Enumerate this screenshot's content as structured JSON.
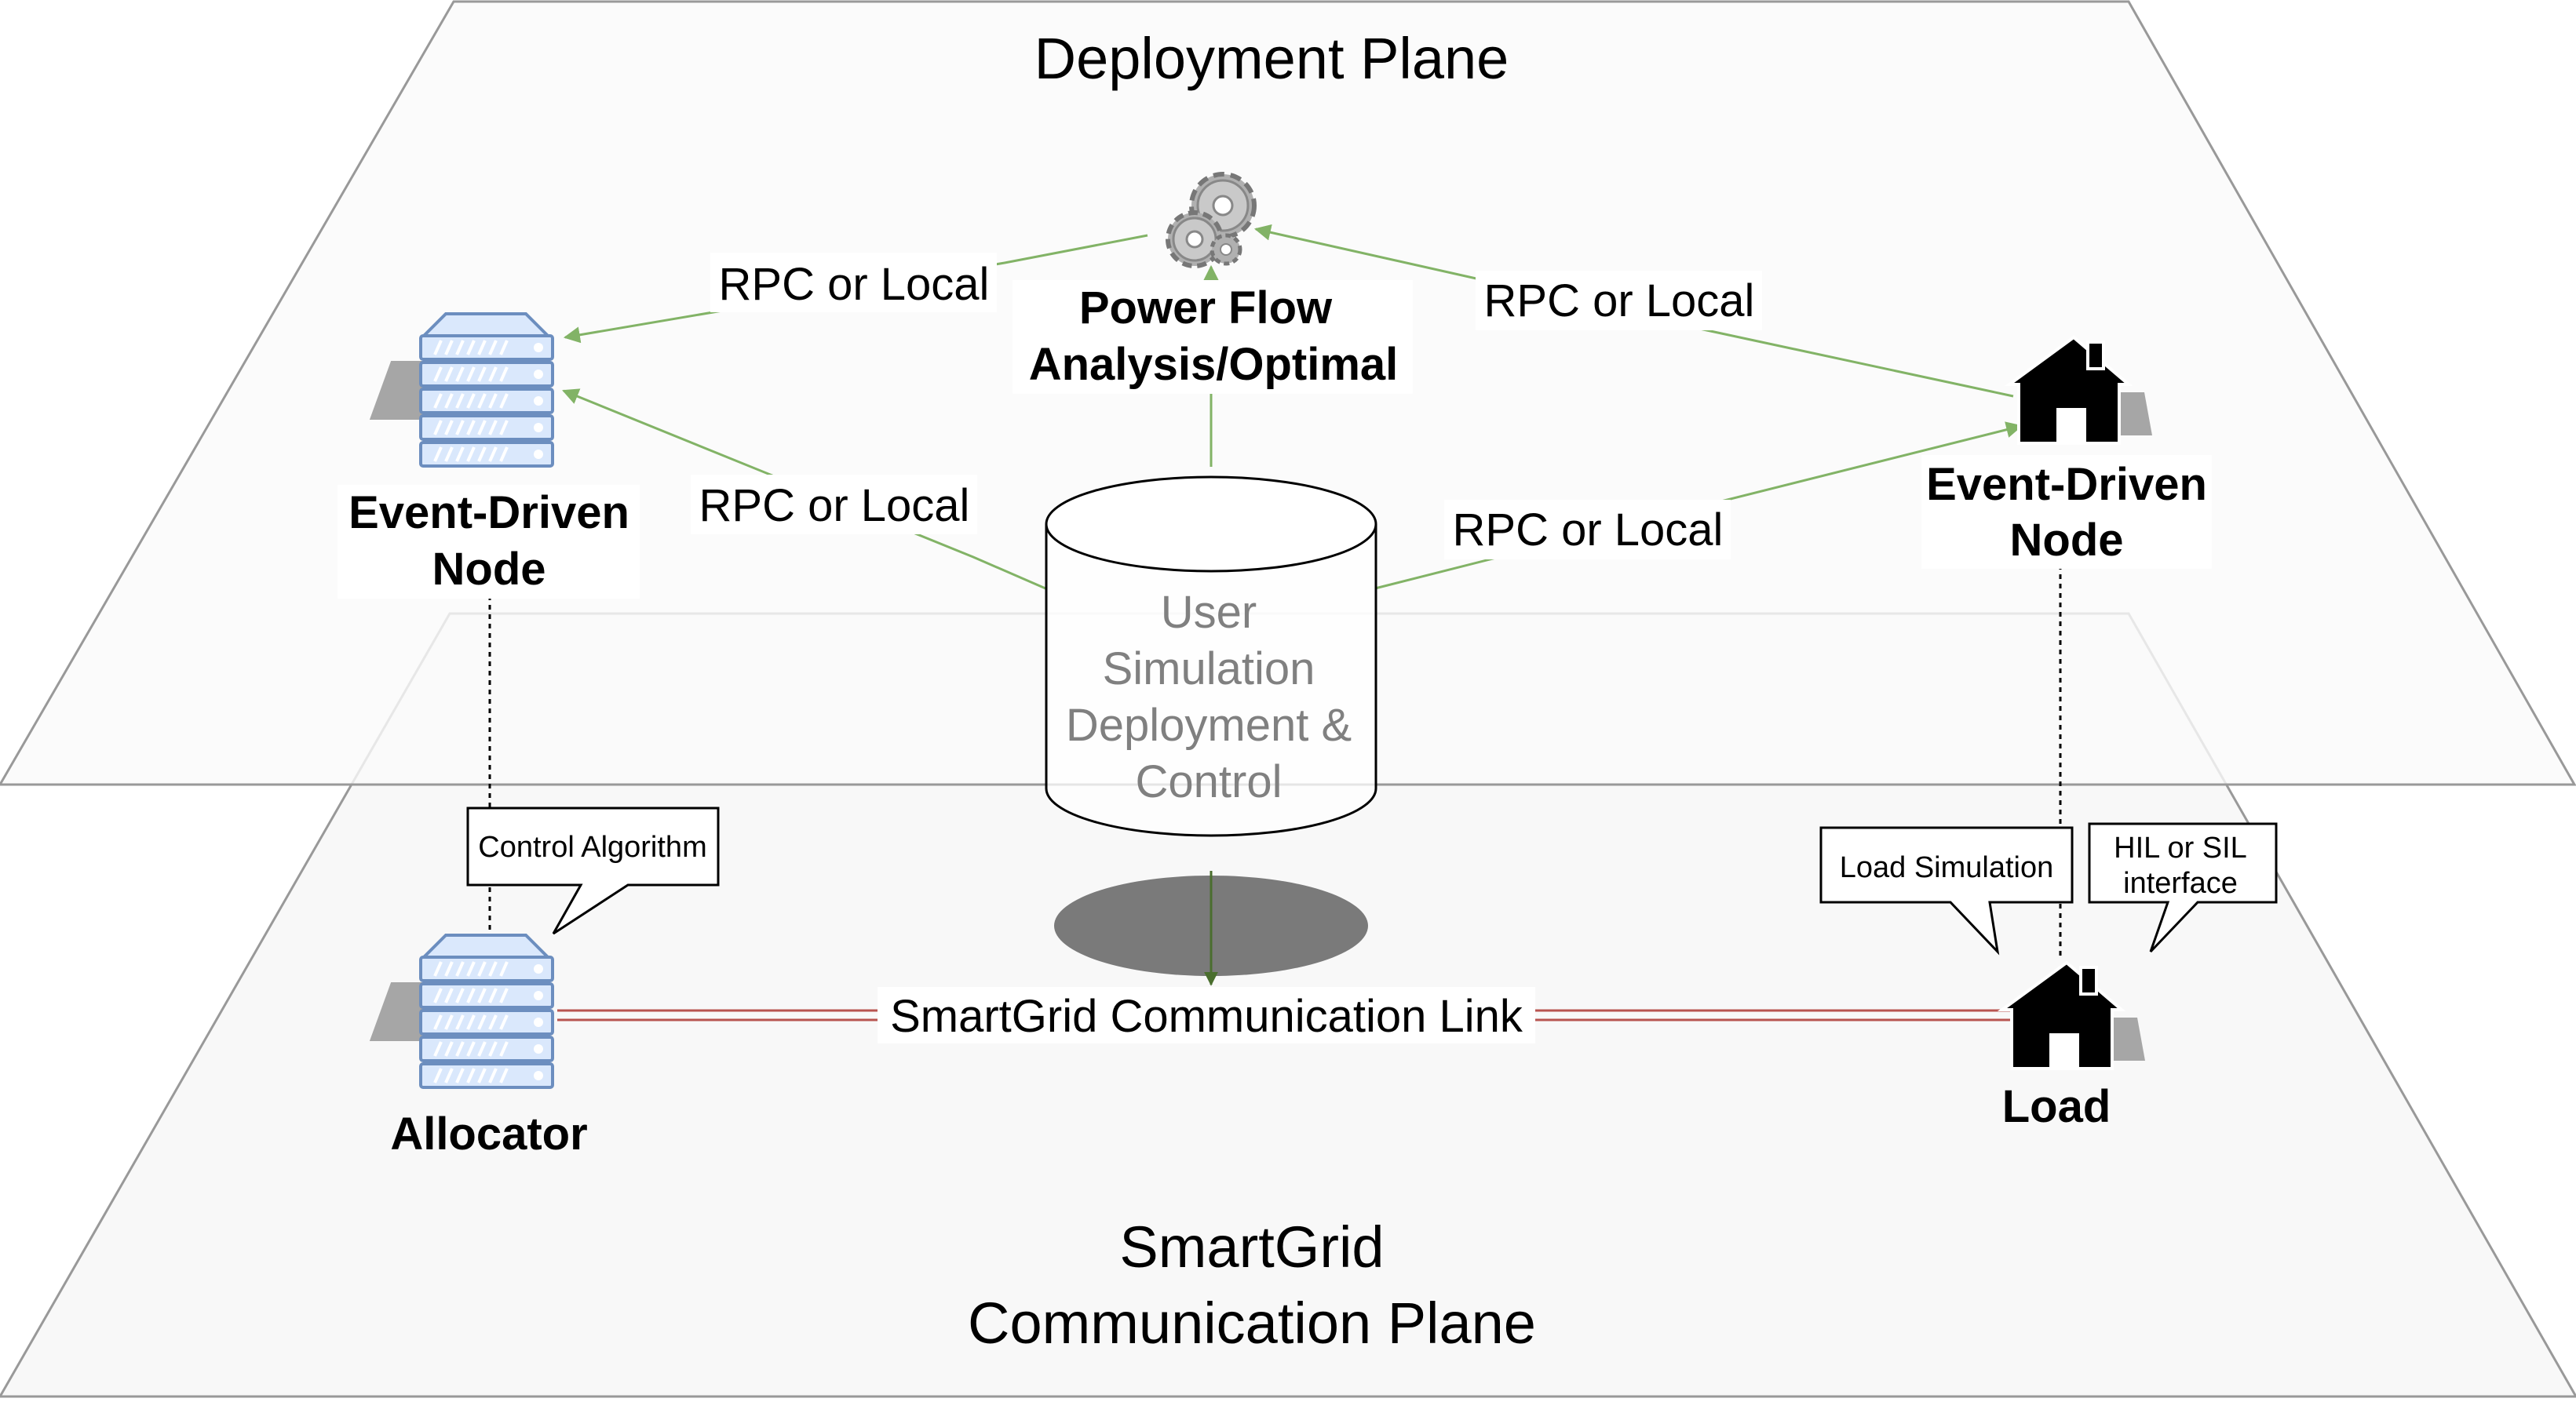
{
  "planes": {
    "deployment": {
      "title": "Deployment Plane"
    },
    "communication": {
      "title_line1": "SmartGrid",
      "title_line2": "Communication Plane"
    }
  },
  "nodes": {
    "power_flow": {
      "line1": "Power Flow",
      "line2": "Analysis/Optimal",
      "icon": "gears-icon"
    },
    "left_node": {
      "line1": "Event-Driven",
      "line2": "Node",
      "icon": "server-icon"
    },
    "right_node": {
      "line1": "Event-Driven",
      "line2": "Node",
      "icon": "house-icon"
    },
    "database": {
      "line1": "User",
      "line2": "Simulation",
      "line3": "Deployment &",
      "line4": "Control"
    },
    "allocator": {
      "label": "Allocator",
      "icon": "server-icon"
    },
    "load": {
      "label": "Load",
      "icon": "house-icon"
    }
  },
  "links": {
    "rpc_top_left": "RPC or Local",
    "rpc_top_right": "RPC or Local",
    "rpc_mid_left": "RPC or Local",
    "rpc_mid_right": "RPC or Local",
    "smartgrid_link": "SmartGrid Communication Link"
  },
  "callouts": {
    "control_algorithm": "Control Algorithm",
    "load_simulation": "Load Simulation",
    "hil_line1": "HIL or SIL",
    "hil_line2": "interface"
  },
  "colors": {
    "arrow": "#82b366",
    "link": "#b85450",
    "server_fill": "#dae8fc",
    "server_stroke": "#6c8ebf",
    "plane_fill": "#f8f8f8",
    "plane_stroke": "#999999",
    "db_text": "#808080"
  }
}
